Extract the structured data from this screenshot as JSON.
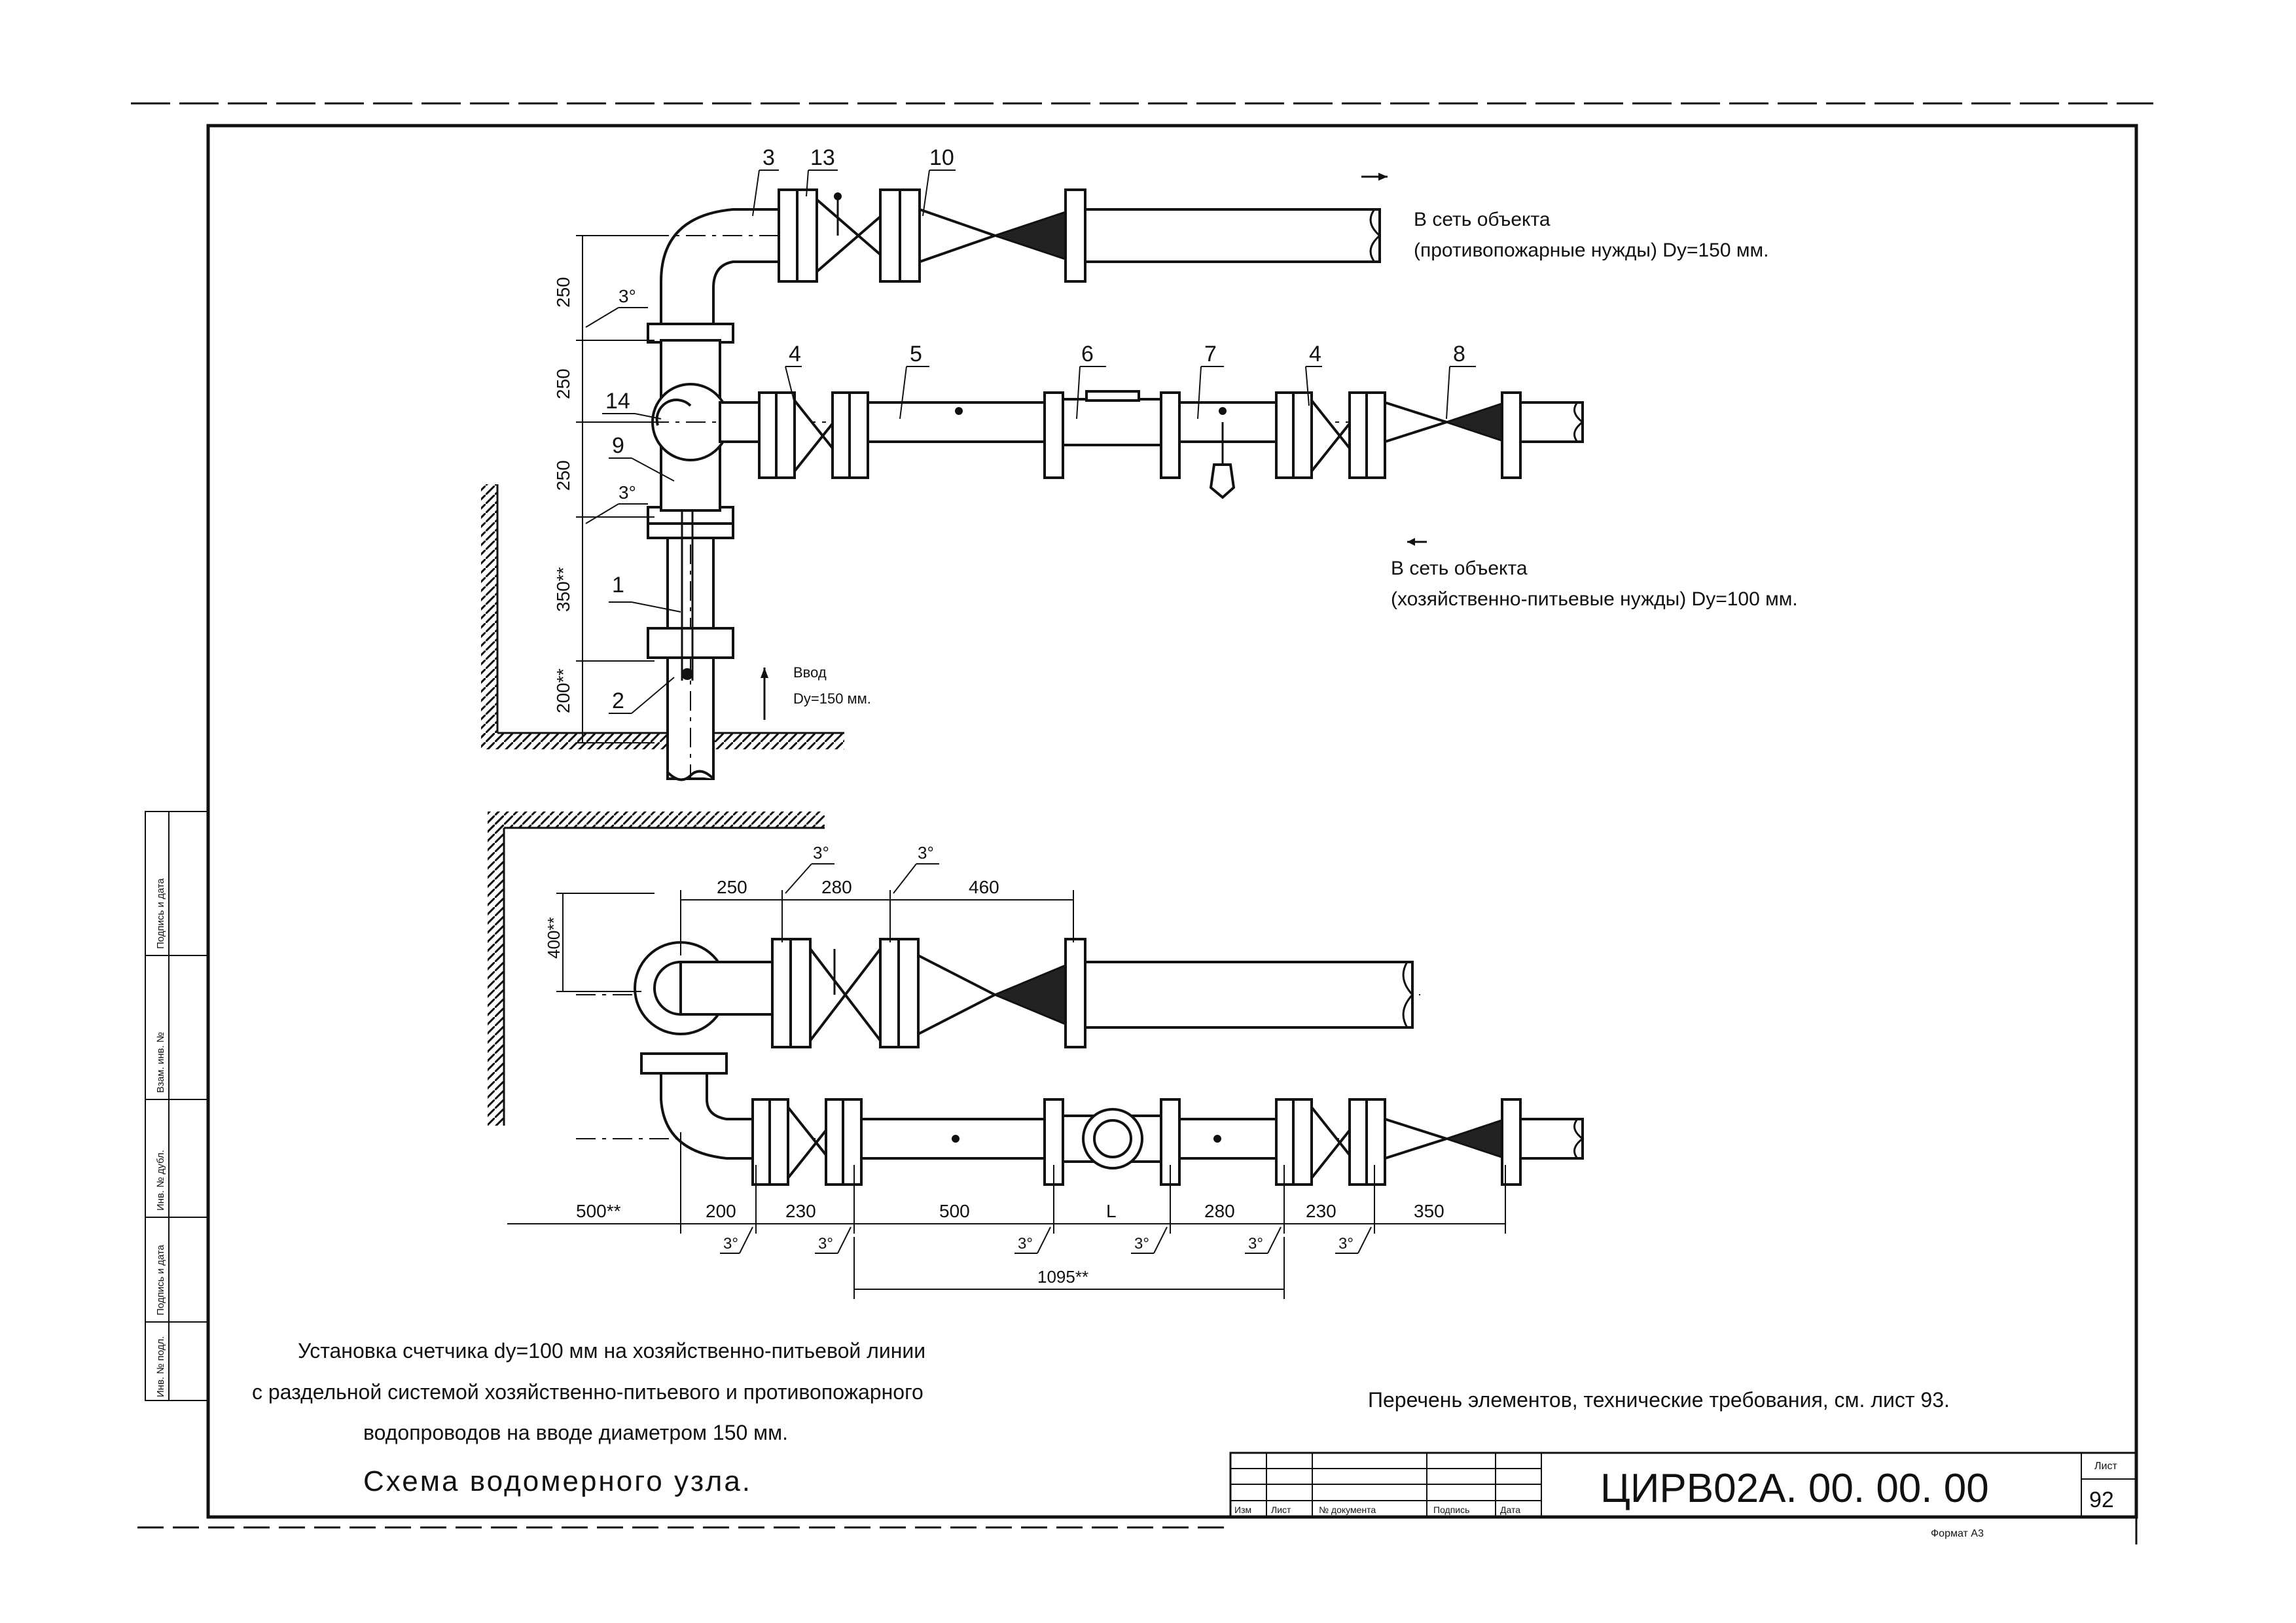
{
  "top_view": {
    "outlet_fire": "В сеть объекта",
    "outlet_fire_note": "(противопожарные нужды) Dy=150 мм.",
    "outlet_domestic": "В сеть объекта",
    "outlet_domestic_note": "(хозяйственно-питьевые нужды) Dy=100 мм.",
    "inlet": "Ввод",
    "inlet_note": "Dy=150 мм.",
    "positions": [
      "3",
      "13",
      "10",
      "4",
      "5",
      "6",
      "7",
      "4",
      "8",
      "14",
      "9",
      "1",
      "2"
    ],
    "angle": "3°",
    "dims_vertical": [
      "250",
      "250",
      "250",
      "350**",
      "200**"
    ]
  },
  "bottom_view": {
    "dims_top": [
      "250",
      "280",
      "460"
    ],
    "dim_vertical": "400**",
    "dims_bottom": [
      "500**",
      "200",
      "230",
      "500",
      "L",
      "280",
      "230",
      "350"
    ],
    "dim_total": "1095**",
    "angle": "3°"
  },
  "caption": {
    "line1": "Установка счетчика dy=100 мм  на хозяйственно-питьевой линии",
    "line2": "с раздельной  системой хозяйственно-питьевого и противопожарного",
    "line3": "водопроводов на вводе диаметром 150 мм.",
    "title": "Схема водомерного узла."
  },
  "reference_note": "Перечень элементов, технические требования, см. лист 93.",
  "title_block": {
    "designation": "ЦИРВ02А. 00. 00. 00",
    "sheet_label": "Лист",
    "sheet_number": "92",
    "format": "Формат А3",
    "col_izm": "Изм",
    "col_list": "Лист",
    "col_doc": "№ документа",
    "col_sign": "Подпись",
    "col_date": "Дата"
  },
  "side_stamp": [
    "Подпись и дата",
    "Взам. инв. №",
    "Инв. № дубл.",
    "Подпись и дата",
    "Инв. № подл."
  ]
}
